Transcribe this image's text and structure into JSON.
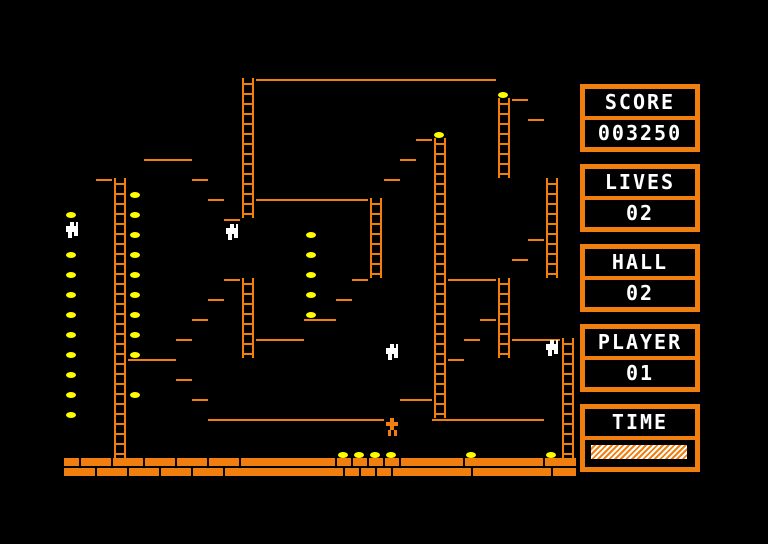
{
  "hud": {
    "score_label": "SCORE",
    "score_value": "003250",
    "lives_label": "LIVES",
    "lives_value": "02",
    "hall_label": "HALL",
    "hall_value": "02",
    "player_label": "PLAYER",
    "player_value": "01",
    "time_label": "TIME",
    "time_remaining_fraction": 1.0
  },
  "colors": {
    "background": "#000000",
    "structure": "#f07f10",
    "collectible": "#ffff00",
    "enemy": "#ffffff",
    "player": "#f07f10"
  },
  "icons": {
    "collectible": "gold-nugget-icon",
    "enemy": "ghost-monkey-icon",
    "player": "runner-icon"
  }
}
